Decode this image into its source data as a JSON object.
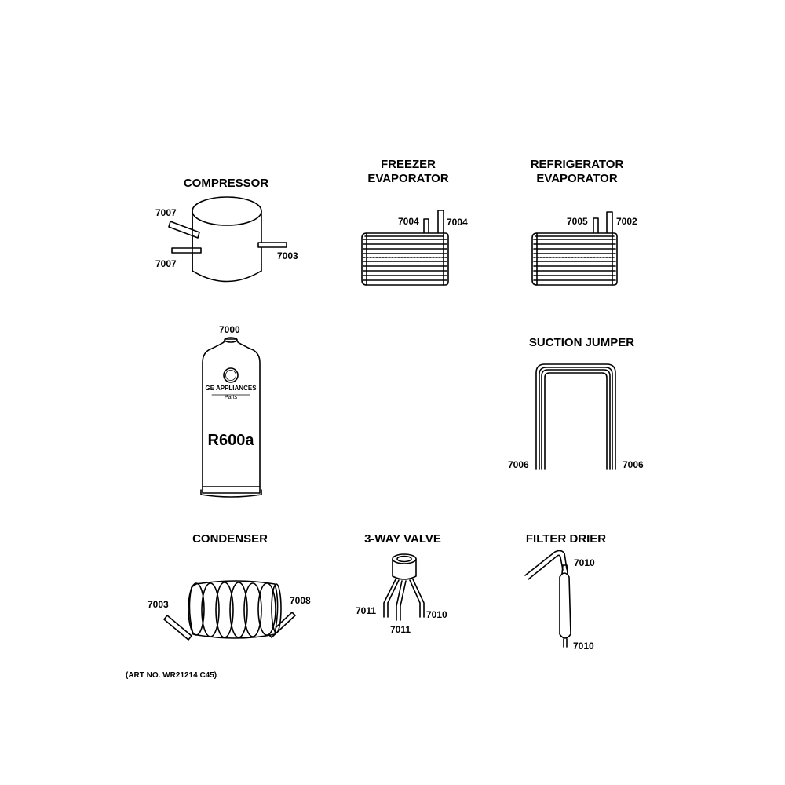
{
  "diagram": {
    "titles": {
      "compressor": "COMPRESSOR",
      "freezer_evap_line1": "FREEZER",
      "freezer_evap_line2": "EVAPORATOR",
      "fridge_evap_line1": "REFRIGERATOR",
      "fridge_evap_line2": "EVAPORATOR",
      "suction_jumper": "SUCTION JUMPER",
      "condenser": "CONDENSER",
      "three_way_valve": "3-WAY VALVE",
      "filter_drier": "FILTER DRIER"
    },
    "labels": {
      "compressor_top": "7007",
      "compressor_bottom": "7007",
      "compressor_right": "7003",
      "freezer_left": "7004",
      "freezer_right": "7004",
      "fridge_left": "7005",
      "fridge_right": "7002",
      "refrigerant": "7000",
      "suction_left": "7006",
      "suction_right": "7006",
      "condenser_left": "7003",
      "condenser_right": "7008",
      "valve_left": "7011",
      "valve_middle": "7011",
      "valve_right": "7010",
      "drier_top": "7010",
      "drier_bottom": "7010"
    },
    "can": {
      "brand": "GE APPLIANCES",
      "sub": "Parts",
      "gas": "R600a"
    },
    "art_number": "(ART NO. WR21214 C45)"
  }
}
